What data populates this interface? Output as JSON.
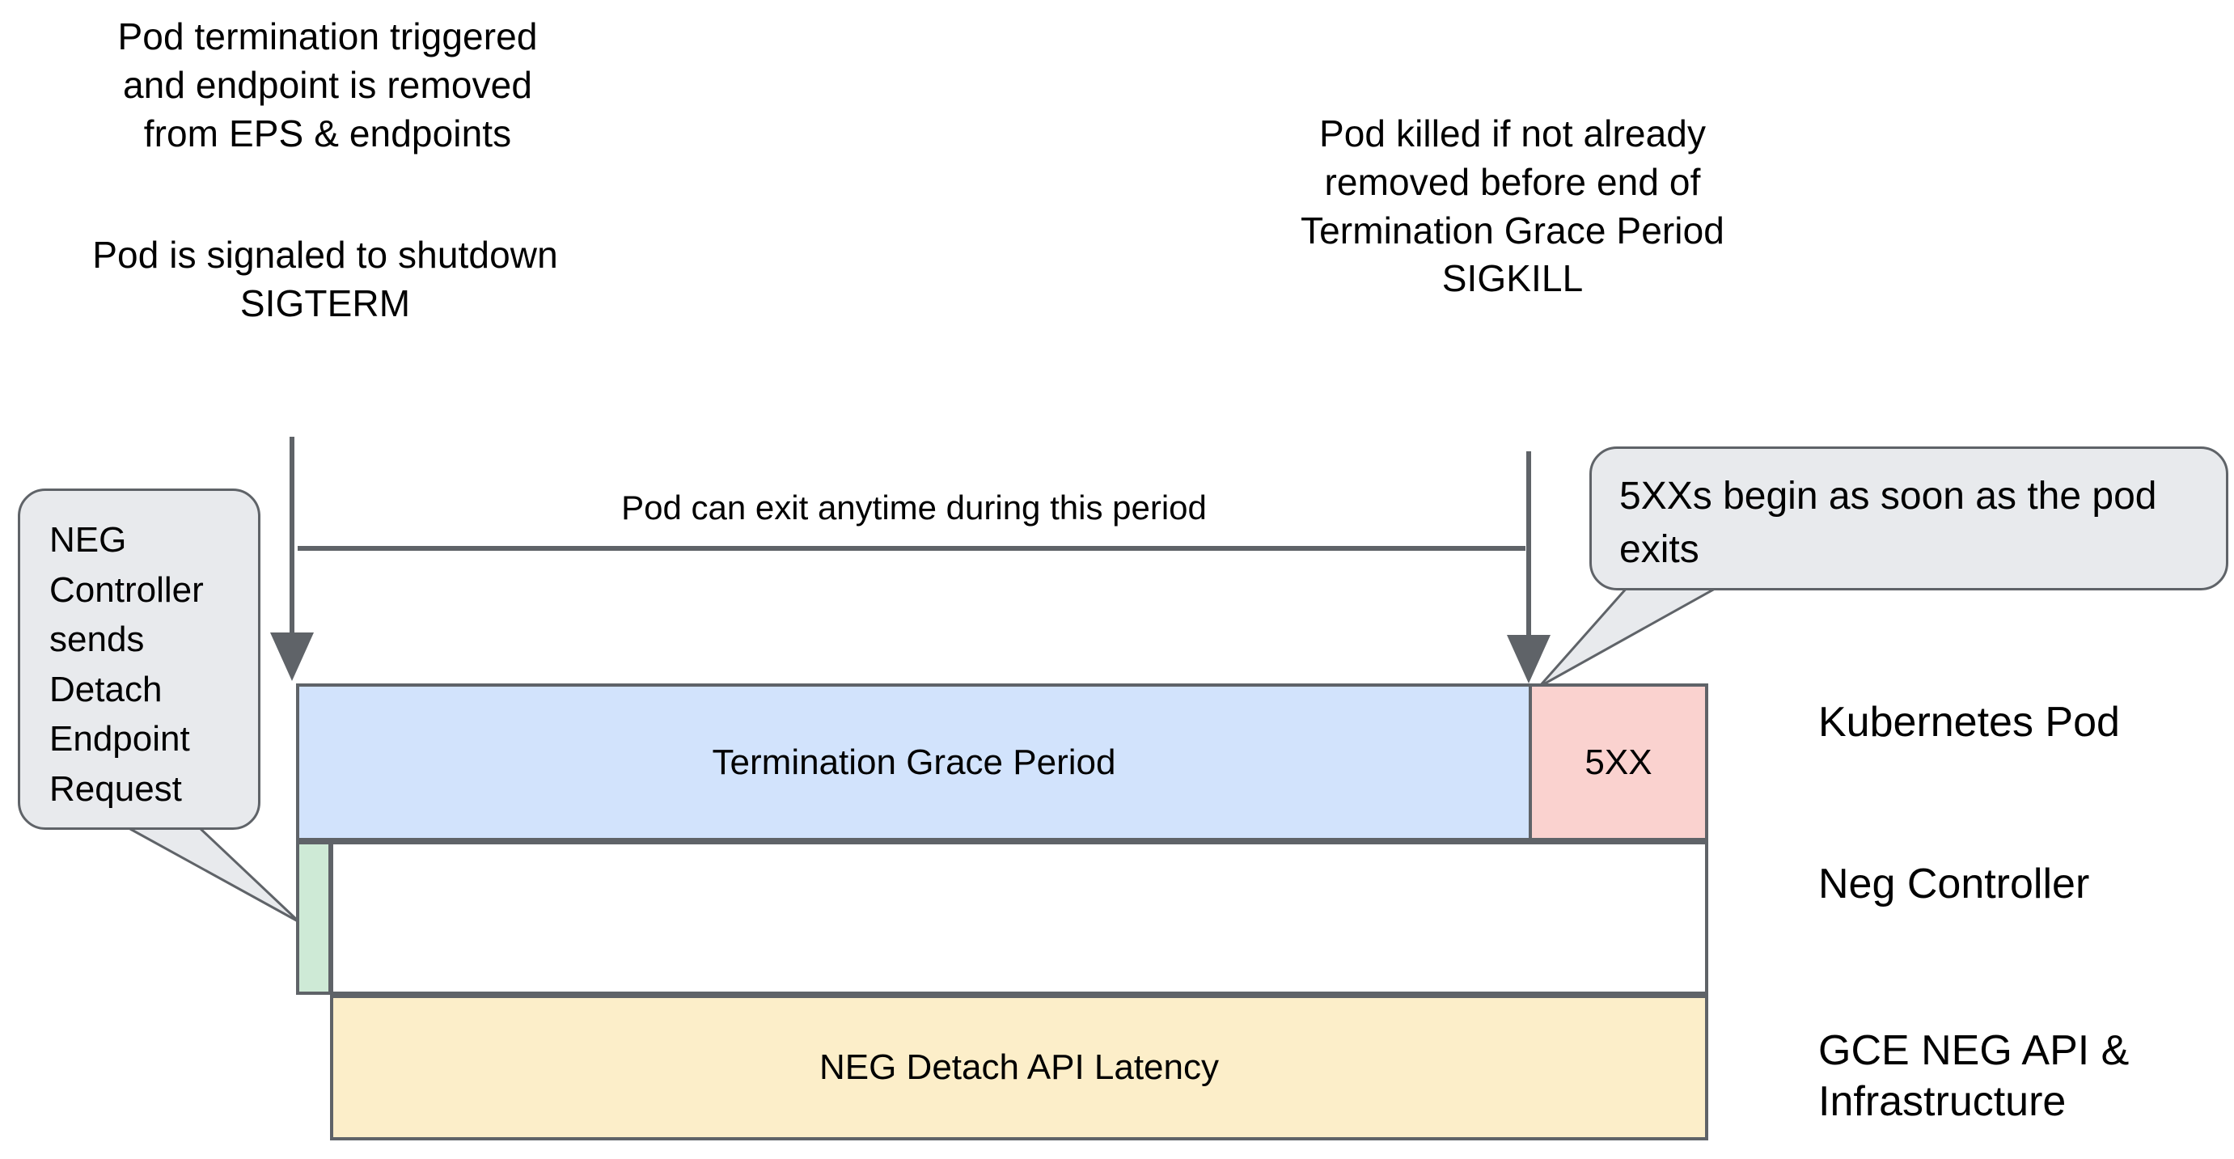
{
  "diagram": {
    "title": "Kubernetes Pod termination / NEG detach timeline",
    "background": "#ffffff"
  },
  "notes": {
    "termination_triggered": "Pod termination triggered\nand endpoint is removed\nfrom EPS & endpoints",
    "sigterm": "Pod is signaled to shutdown\nSIGTERM",
    "pod_killed": "Pod killed if not already\nremoved before end of\nTermination Grace Period\nSIGKILL"
  },
  "span": {
    "caption": "Pod can exit anytime during this period"
  },
  "callouts": {
    "neg_controller": "NEG\nController\nsends\nDetach\nEndpoint\nRequest",
    "five_xx": "5XXs begin as soon as the pod exits"
  },
  "bars": {
    "termination_grace_period": {
      "label": "Termination Grace Period",
      "color": "#d2e3fc"
    },
    "five_xx": {
      "label": "5XX",
      "color": "#fad2cf"
    },
    "neg_detach_send": {
      "label": "",
      "color": "#ceead6"
    },
    "neg_controller_lane": {
      "label": "",
      "color": "#ffffff"
    },
    "neg_detach_api_latency": {
      "label": "NEG Detach API Latency",
      "color": "#fceec9"
    }
  },
  "lanes": [
    {
      "label": "Kubernetes Pod"
    },
    {
      "label": "Neg Controller"
    },
    {
      "label": "GCE NEG API &\nInfrastructure"
    }
  ],
  "colors": {
    "stroke": "#5f6368",
    "callout_fill": "#e8eaed",
    "text": "#000000"
  }
}
